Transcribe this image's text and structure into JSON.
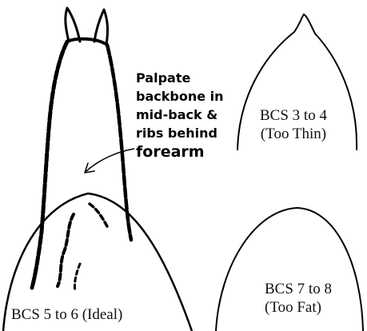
{
  "callout": {
    "lines": [
      "Palpate",
      "backbone in",
      "mid-back &",
      "ribs  behind"
    ],
    "last_line": "forearm"
  },
  "shapes": {
    "thin": {
      "line1": "BCS 3 to 4",
      "line2": "(Too Thin)"
    },
    "fat": {
      "line1": "BCS 7 to 8",
      "line2": "(Too Fat)"
    },
    "ideal": {
      "label": "BCS 5 to 6 (Ideal)"
    }
  },
  "colors": {
    "ink": "#000000",
    "background": "#ffffff"
  }
}
